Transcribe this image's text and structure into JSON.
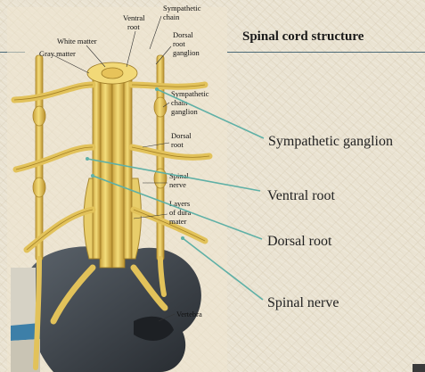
{
  "slide": {
    "title": "Spinal cord structure"
  },
  "callouts": [
    {
      "id": "sympathetic-ganglion",
      "label": "Sympathetic ganglion"
    },
    {
      "id": "ventral-root",
      "label": "Ventral root"
    },
    {
      "id": "dorsal-root",
      "label": "Dorsal root"
    },
    {
      "id": "spinal-nerve",
      "label": "Spinal nerve"
    }
  ],
  "illustration": {
    "labels": {
      "sympathetic_chain": [
        "Sympathetic",
        "chain"
      ],
      "ventral_root": [
        "Ventral",
        "root"
      ],
      "white_matter": "White matter",
      "gray_matter": "Gray matter",
      "dorsal_root_ganglion": [
        "Dorsal",
        "root",
        "ganglion"
      ],
      "sympathetic_chain_ganglion": [
        "Sympathetic",
        "chain",
        "ganglion"
      ],
      "dorsal_root": [
        "Dorsal",
        "root"
      ],
      "spinal_nerve": [
        "Spinal",
        "nerve"
      ],
      "dura_mater": [
        "Layers",
        "of dura",
        "mater"
      ],
      "vertebra": "Vertebra"
    }
  },
  "colors": {
    "leader_line": "#5fb0a6",
    "nerve_yellow": "#efd36a",
    "bone_dark": "#3b4046",
    "background": "#eae3d2"
  }
}
